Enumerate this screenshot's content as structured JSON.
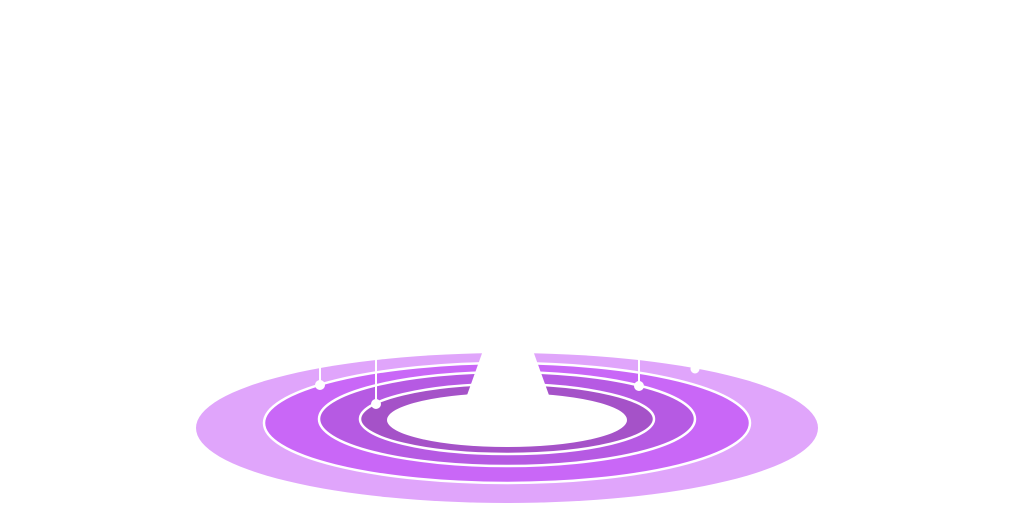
{
  "diagram": {
    "type": "concentric-rings",
    "colors": {
      "background": "#ffffff",
      "ring_outer": "#e0a5fb",
      "ring_2": "#c967f7",
      "ring_3": "#b65ae3",
      "ring_4": "#a552c8",
      "center": "#ffffff",
      "stroke": "#ffffff"
    },
    "rings": 4,
    "markers": 4
  }
}
